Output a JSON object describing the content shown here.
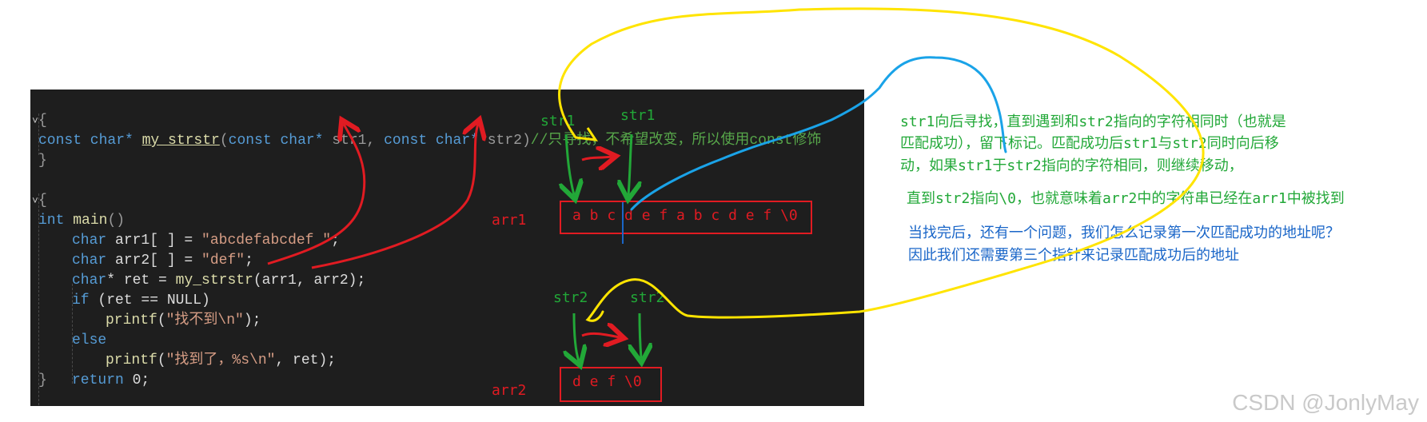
{
  "code": {
    "line1": {
      "kw1": "const char* ",
      "fn": "my_strstr",
      "p1": "(",
      "kw2": "const char* ",
      "a1": "str1",
      "sep": ", ",
      "kw3": "const char* ",
      "a2": "str2",
      "p2": ")",
      "comment": "//只寻找，不希望改变，所以使用const修饰"
    },
    "line2": "{",
    "line4": "}",
    "line5": {
      "kw": "int ",
      "fn": "main",
      "rest": "()"
    },
    "line6": "{",
    "line7": {
      "kw": "char ",
      "id": "arr1[ ] = ",
      "str": "\"abcdefabcdef \"",
      "end": ";"
    },
    "line8": {
      "kw": "char ",
      "id": "arr2[ ] = ",
      "str": "\"def\"",
      "end": ";"
    },
    "line9": {
      "kw": "char",
      "id": "* ret = ",
      "fn": "my_strstr",
      "rest": "(arr1, arr2);"
    },
    "line10": {
      "kw": "if ",
      "rest": "(ret == NULL)"
    },
    "line11": {
      "fn": "printf",
      "p1": "(",
      "str": "\"找不到\\n\"",
      "end": ");"
    },
    "line12": {
      "kw": "else"
    },
    "line13": {
      "fn": "printf",
      "p1": "(",
      "str": "\"找到了，%s\\n\"",
      "end": ", ret);"
    },
    "line14": {
      "kw": "return ",
      "rest": "0;"
    },
    "line15": "}"
  },
  "diagram": {
    "arr1_label": "arr1",
    "arr1_cells": "a b c d e f a b c d e f \\0",
    "arr2_label": "arr2",
    "arr2_cells": "d e f \\0",
    "ptr_str1_a": "str1",
    "ptr_str1_b": "str1",
    "ptr_str2_a": "str2",
    "ptr_str2_b": "str2"
  },
  "notes": {
    "green1": "str1向后寻找，直到遇到和str2指向的字符相同时（也就是",
    "green2": "匹配成功），留下标记。匹配成功后str1与str2同时向后移",
    "green3": "动，如果str1于str2指向的字符相同，则继续移动，",
    "green4": "直到str2指向\\0，也就意味着arr2中的字符串已经在arr1中被找到",
    "blue1": "当找完后，还有一个问题，我们怎么记录第一次匹配成功的地址呢？",
    "blue2": "因此我们还需要第三个指针来记录匹配成功后的地址"
  },
  "watermark": "CSDN @JonlyMay",
  "colors": {
    "red": "#e11b22",
    "green": "#22a838",
    "blue": "#1a66c8",
    "yellow": "#ffe400",
    "cyan": "#1aa3e8"
  }
}
